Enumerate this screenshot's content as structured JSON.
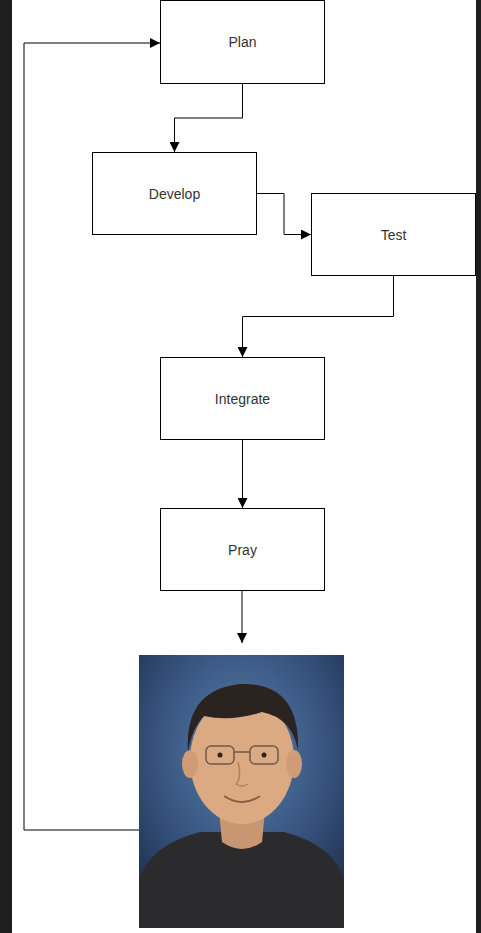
{
  "diagram": {
    "nodes": [
      {
        "text": [
          "Plan"
        ]
      },
      {
        "text": [
          "Develop"
        ]
      },
      {
        "text": [
          "Test"
        ]
      },
      {
        "text": [
          "Integrate"
        ]
      },
      {
        "text": [
          "Pray"
        ]
      }
    ],
    "edges": [
      {
        "from": 0,
        "to": 1,
        "arrow": "to"
      },
      {
        "from": 1,
        "to": 2,
        "arrow": "to"
      },
      {
        "from": 2,
        "to": 3,
        "arrow": "to"
      },
      {
        "from": 3,
        "to": 4,
        "arrow": "to"
      }
    ]
  }
}
